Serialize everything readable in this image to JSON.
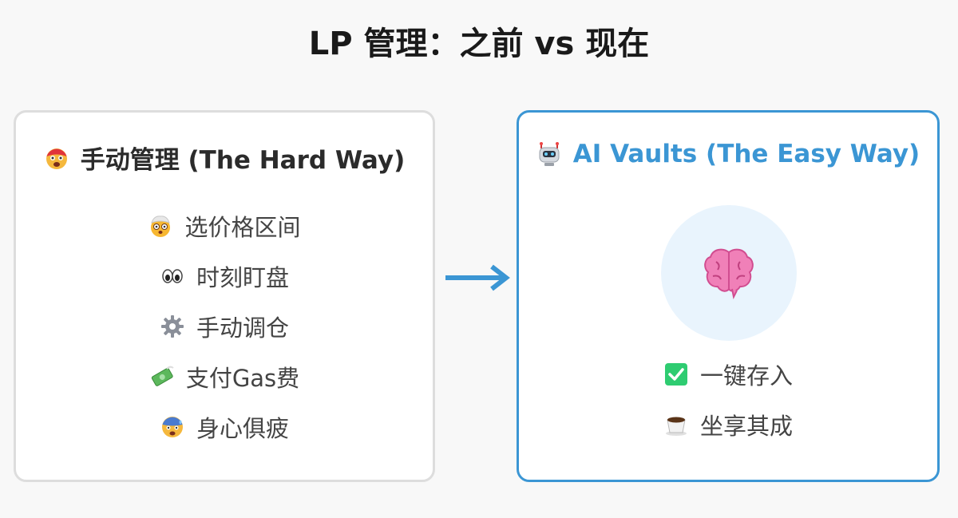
{
  "title": "LP 管理：之前 vs 现在",
  "left": {
    "heading": "手动管理 (The Hard Way)",
    "heading_icon": "stressed-face-icon",
    "items": [
      {
        "label": "选价格区间",
        "icon": "puzzled-face-icon"
      },
      {
        "label": "时刻盯盘",
        "icon": "eyes-icon"
      },
      {
        "label": "手动调仓",
        "icon": "gear-icon"
      },
      {
        "label": "支付Gas费",
        "icon": "money-flying-icon"
      },
      {
        "label": "身心俱疲",
        "icon": "anxious-face-icon"
      }
    ]
  },
  "right": {
    "heading": "AI Vaults (The Easy Way)",
    "heading_icon": "robot-icon",
    "center_icon": "brain-icon",
    "items": [
      {
        "label": "一键存入",
        "icon": "check-mark-icon"
      },
      {
        "label": "坐享其成",
        "icon": "coffee-icon"
      }
    ]
  },
  "colors": {
    "accent": "#3b96d4",
    "left_border": "#dddddd",
    "brain_bg": "#e9f4fd"
  }
}
